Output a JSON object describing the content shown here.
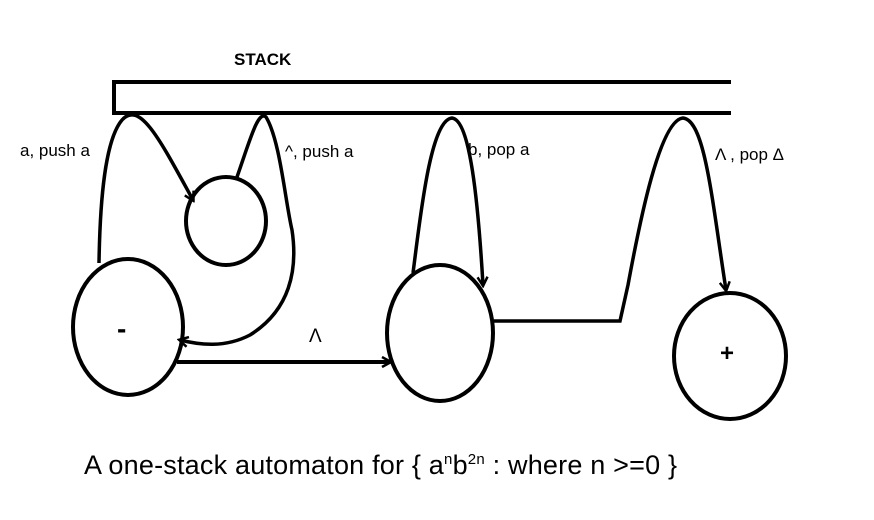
{
  "diagram": {
    "stack_label": "STACK",
    "states": [
      {
        "id": "start",
        "symbol": "-"
      },
      {
        "id": "push-state",
        "symbol": ""
      },
      {
        "id": "pop-state",
        "symbol": ""
      },
      {
        "id": "accept",
        "symbol": "+"
      }
    ],
    "edges": [
      {
        "from": "start",
        "to": "push-state",
        "label": "a, push a",
        "via": "stack"
      },
      {
        "from": "push-state",
        "to": "start",
        "label": "^, push a",
        "via": "stack"
      },
      {
        "from": "pop-state",
        "to": "pop-state",
        "label": "b, pop a",
        "via": "stack"
      },
      {
        "from": "pop-state",
        "to": "accept",
        "label": "Λ , pop Δ",
        "via": "stack"
      },
      {
        "from": "start",
        "to": "pop-state",
        "label": "Λ"
      }
    ],
    "caption": {
      "prefix": "A  one-stack automaton for   {  a",
      "sup1": "n",
      "mid": "b",
      "sup2": "2n",
      "suffix": " :  where  n  >=0 }"
    },
    "colors": {
      "ink": "#000000",
      "background": "#ffffff"
    }
  }
}
